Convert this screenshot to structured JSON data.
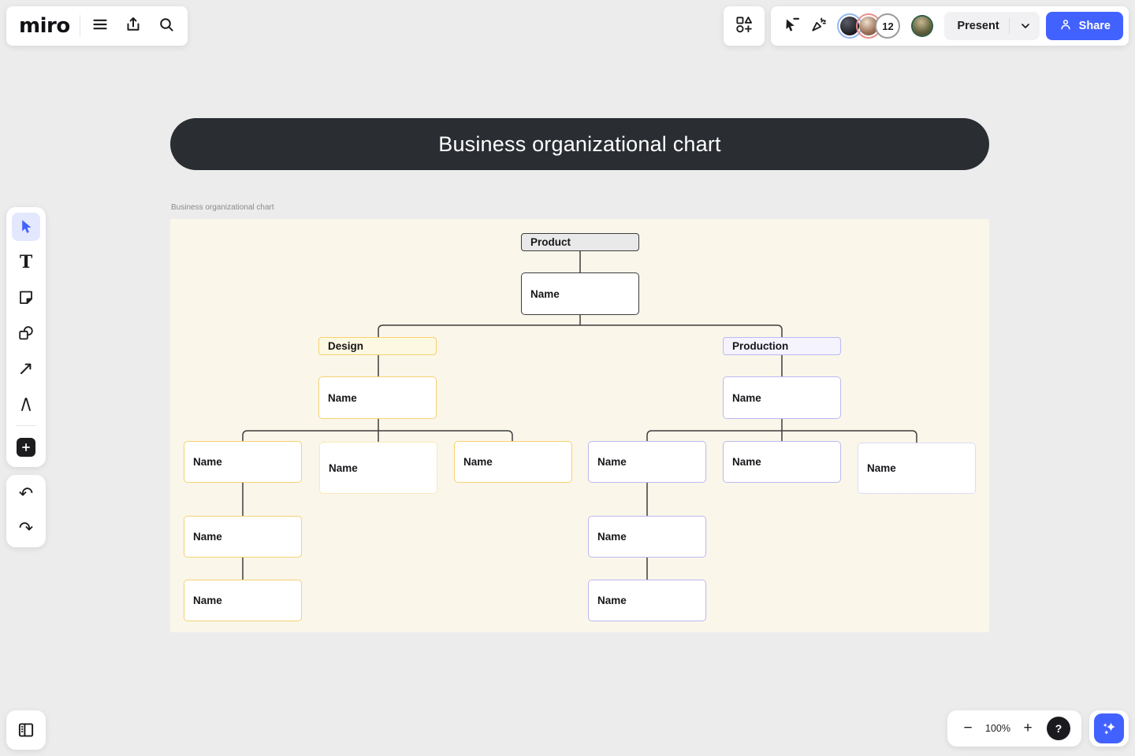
{
  "app": {
    "logo": "miro"
  },
  "collab": {
    "present_label": "Present",
    "share_label": "Share",
    "avatar_overflow_count": "12"
  },
  "board": {
    "title": "Business organizational chart",
    "frame_label": "Business organizational chart"
  },
  "nodes": [
    {
      "label": "Product"
    },
    {
      "label": "Name"
    },
    {
      "label": "Design"
    },
    {
      "label": "Name"
    },
    {
      "label": "Production"
    },
    {
      "label": "Name"
    },
    {
      "label": "Name"
    },
    {
      "label": "Name"
    },
    {
      "label": "Name"
    },
    {
      "label": "Name"
    },
    {
      "label": "Name"
    },
    {
      "label": "Name"
    },
    {
      "label": "Name"
    },
    {
      "label": "Name"
    },
    {
      "label": "Name"
    },
    {
      "label": "Name"
    }
  ],
  "icons": {
    "text_tool_glyph": "T",
    "undo_glyph": "↶",
    "redo_glyph": "↷",
    "minus_glyph": "−",
    "plus_glyph": "+",
    "help_glyph": "?"
  },
  "zoom": {
    "level": "100%"
  },
  "colors": {
    "accent_blue": "#4262FF",
    "yellow_branch": "#F5D272",
    "purple_branch": "#BDB8F3",
    "dark_node": "#3D3D3D",
    "frame_bg": "#FAF6E9",
    "title_bg": "#2A2D32",
    "canvas_bg": "#ECECEC"
  }
}
